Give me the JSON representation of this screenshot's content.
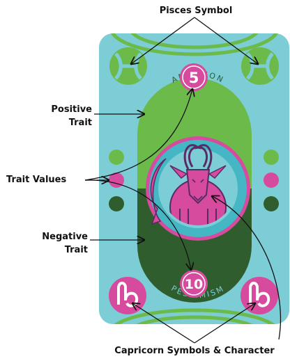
{
  "labels": {
    "pisces_symbol": "Pisces Symbol",
    "positive_trait": [
      "Positive",
      "Trait"
    ],
    "trait_values": "Trait Values",
    "negative_trait": [
      "Negative",
      "Trait"
    ],
    "capricorn": "Capricorn Symbols & Character"
  },
  "card": {
    "positive_word": "AMBITION",
    "negative_word": "PESSIMISM",
    "positive_value": "5",
    "negative_value": "10"
  },
  "colors": {
    "card_background": "#7ccdd5",
    "positive_green": "#6cbb4a",
    "negative_green": "#2f5d2d",
    "pink": "#d64b9e",
    "medallion_ring": "#45b7c4",
    "medallion_inner": "#7ccdd5",
    "goat_stroke": "#5a2a66",
    "arrow": "#111111"
  },
  "icons": [
    "pisces-symbol-icon",
    "capricorn-symbol-icon",
    "capricorn-goat-icon"
  ]
}
